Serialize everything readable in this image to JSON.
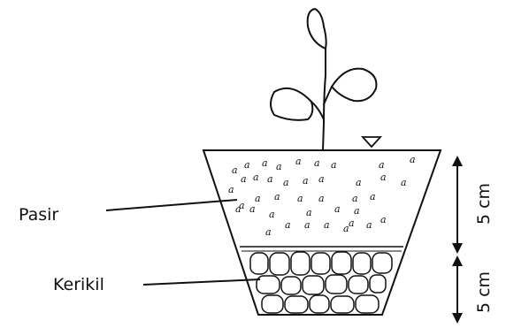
{
  "labels": {
    "sand": "Pasir",
    "gravel": "Kerikil"
  },
  "dimensions": {
    "sand_layer": "5 cm",
    "gravel_layer": "5 cm"
  },
  "sand_glyph": "a",
  "colors": {
    "stroke": "#111111",
    "background": "#ffffff"
  }
}
